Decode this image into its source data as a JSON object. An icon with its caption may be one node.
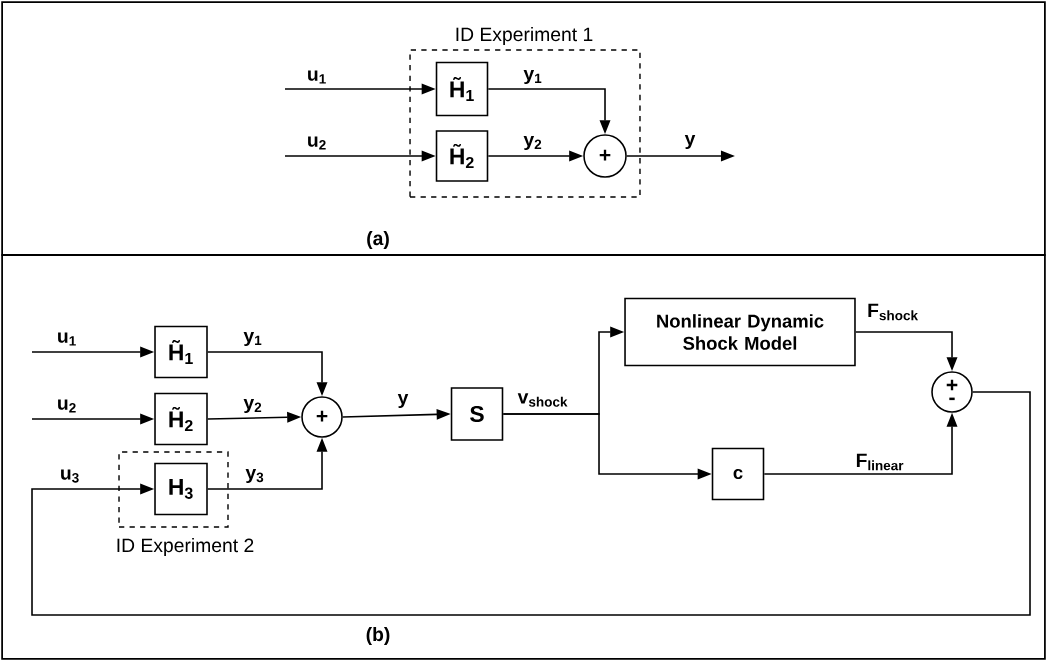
{
  "diagram": {
    "nodes": [
      {
        "text": [
          "(a)"
        ]
      },
      {
        "text": [
          "ID Experiment 1"
        ],
        "in": 0
      },
      {
        "text": [
          "H̃$_{1}$"
        ],
        "in": 1
      },
      {
        "text": [
          "H̃$_{2}$"
        ],
        "in": 1
      },
      {
        "text": [
          "+"
        ],
        "in": 1
      },
      {
        "text": [
          "(b)"
        ]
      },
      {
        "text": [
          "H̃$_{1}$"
        ],
        "in": 5
      },
      {
        "text": [
          "H̃$_{2}$"
        ],
        "in": 5
      },
      {
        "text": [
          "ID Experiment 2"
        ],
        "in": 5
      },
      {
        "text": [
          "H$_{3}$"
        ],
        "in": 8
      },
      {
        "text": [
          "+"
        ],
        "in": 5
      },
      {
        "text": [
          "S"
        ],
        "in": 5
      },
      {
        "text": [
          "Nonlinear Dynamic Shock Model"
        ],
        "in": 5
      },
      {
        "text": [
          "c"
        ],
        "in": 5
      },
      {
        "text": [
          "+",
          "-"
        ],
        "in": 5
      }
    ],
    "edges": [
      {
        "from": null,
        "to": 2,
        "arrow": "to",
        "label": "u$_{1}$"
      },
      {
        "from": null,
        "to": 3,
        "arrow": "to",
        "label": "u$_{2}$"
      },
      {
        "from": 2,
        "to": 4,
        "arrow": "to",
        "label": "y$_{1}$"
      },
      {
        "from": 3,
        "to": 4,
        "arrow": "to",
        "label": "y$_{2}$"
      },
      {
        "from": 4,
        "to": null,
        "arrow": "to",
        "label": "y"
      },
      {
        "from": null,
        "to": 6,
        "arrow": "to",
        "label": "u$_{1}$"
      },
      {
        "from": null,
        "to": 7,
        "arrow": "to",
        "label": "u$_{2}$"
      },
      {
        "from": 14,
        "to": 9,
        "arrow": "to",
        "label": "u$_{3}$"
      },
      {
        "from": 6,
        "to": 10,
        "arrow": "to",
        "label": "y$_{1}$"
      },
      {
        "from": 7,
        "to": 10,
        "arrow": "to",
        "label": "y$_{2}$"
      },
      {
        "from": 9,
        "to": 10,
        "arrow": "to",
        "label": "y$_{3}$"
      },
      {
        "from": 10,
        "to": 11,
        "arrow": "to",
        "label": "y"
      },
      {
        "from": 11,
        "to": 12,
        "arrow": "to",
        "label": "v$_{shock}$"
      },
      {
        "from": 11,
        "to": 13,
        "arrow": "to"
      },
      {
        "from": 12,
        "to": 14,
        "arrow": "to",
        "label": "F$_{shock}$"
      },
      {
        "from": 13,
        "to": 14,
        "arrow": "to",
        "label": "F$_{linear}$"
      }
    ]
  }
}
